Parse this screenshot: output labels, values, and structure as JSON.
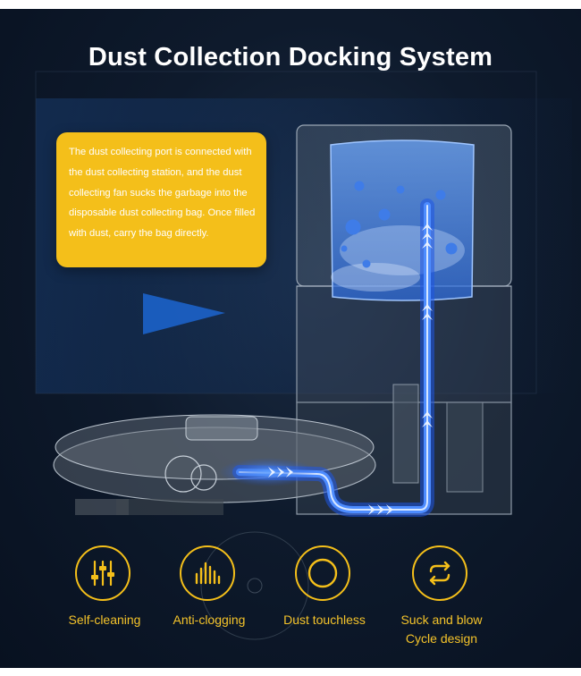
{
  "title": "Dust Collection Docking System",
  "callout": {
    "text": "The dust collecting port is connected with the dust collecting station, and the dust collecting fan sucks the garbage into the disposable dust collecting bag. Once filled with dust, carry the bag directly."
  },
  "features": [
    {
      "icon": "sliders-icon",
      "label": "Self-cleaning"
    },
    {
      "icon": "bars-icon",
      "label": "Anti-clogging"
    },
    {
      "icon": "circle-icon",
      "label": "Dust touchless"
    },
    {
      "icon": "cycle-arrows-icon",
      "label": "Suck and blow Cycle design"
    }
  ],
  "colors": {
    "accent": "#f4bf1a",
    "background": "#0e1a2c",
    "airflow": "#2f74ff"
  }
}
